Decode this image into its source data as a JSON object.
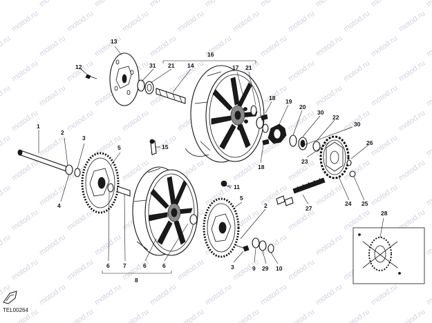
{
  "drawing_code": "TEL00264",
  "watermark": "motod.ru",
  "callouts": {
    "c1": "1",
    "c2a": "2",
    "c2b": "2",
    "c3a": "3",
    "c3b": "3",
    "c4": "4",
    "c5a": "5",
    "c5b": "5",
    "c6a": "6",
    "c6b": "6",
    "c7": "7",
    "c8": "8",
    "c9": "9",
    "c10": "10",
    "c11": "11",
    "c12": "12",
    "c13": "13",
    "c14": "14",
    "c15": "15",
    "c16": "16",
    "c17": "17",
    "c18a": "18",
    "c18b": "18",
    "c19": "19",
    "c20": "20",
    "c21a": "21",
    "c21b": "21",
    "c22": "22",
    "c23": "23",
    "c24": "24",
    "c25": "25",
    "c26": "26",
    "c27": "27",
    "c28": "28",
    "c29": "29",
    "c30a": "30",
    "c30b": "30",
    "c31": "31"
  },
  "colors": {
    "ink": "#111111",
    "watermark": "#cfd3df",
    "paper": "#ffffff"
  },
  "icons": {
    "front_indicator": "front-arrow-icon"
  }
}
